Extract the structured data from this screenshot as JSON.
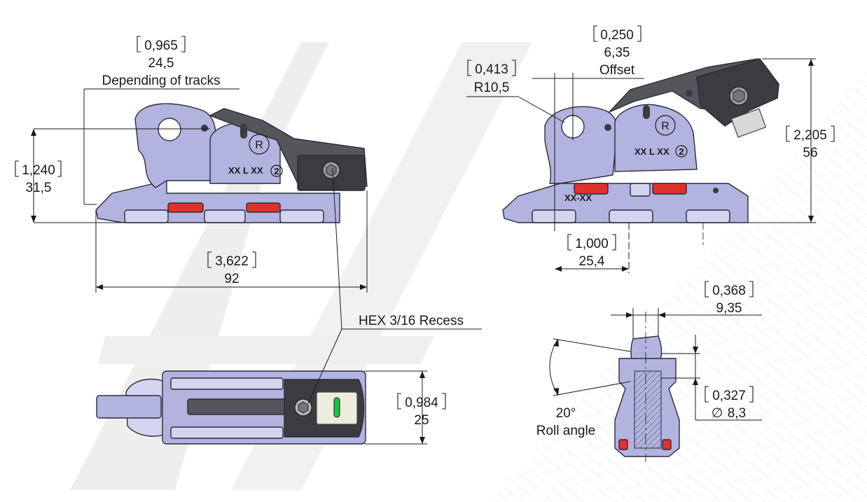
{
  "colors": {
    "part_body": "#b3b3e0",
    "part_shadow": "#9d9dd0",
    "latch_dark": "#55555c",
    "pad_red": "#e0322b",
    "indicator_green": "#22c040",
    "watermark": "#e6e6e6"
  },
  "side_view": {
    "width_in": "0,965",
    "width_mm": "24,5",
    "width_note": "Depending of tracks",
    "height_in": "1,240",
    "height_mm": "31,5",
    "length_in": "3,622",
    "length_mm": "92",
    "marking": "XX L XX",
    "marking_circle": "2",
    "registered": "R"
  },
  "front_view": {
    "offset_in": "0,250",
    "offset_mm": "6,35",
    "offset_label": "Offset",
    "radius_in": "0,413",
    "radius_mm": "R10,5",
    "height_in": "2,205",
    "height_mm": "56",
    "spacing_in": "1,000",
    "spacing_mm": "25,4",
    "marking": "XX L XX",
    "marking_circle": "2",
    "registered": "R",
    "lower_marking": "XX-XX"
  },
  "top_view": {
    "recess_label": "HEX 3/16 Recess",
    "width_in": "0,984",
    "width_mm": "25"
  },
  "end_view": {
    "width_in": "0,368",
    "width_mm": "9,35",
    "dia_in": "0,327",
    "dia_mm": "8,3",
    "dia_symbol": "∅",
    "angle": "20°",
    "angle_label": "Roll angle"
  }
}
